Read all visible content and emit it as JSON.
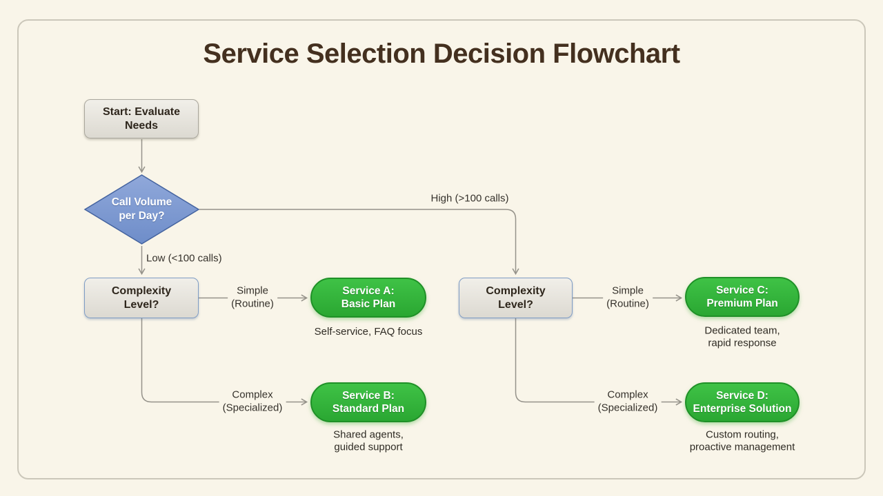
{
  "title": "Service Selection Decision Flowchart",
  "nodes": {
    "start": {
      "label": "Start: Evaluate\nNeeds"
    },
    "call_volume": {
      "label": "Call Volume\nper Day?"
    },
    "complexity_left": {
      "label": "Complexity\nLevel?"
    },
    "complexity_right": {
      "label": "Complexity\nLevel?"
    },
    "service_a": {
      "label": "Service A:\nBasic Plan",
      "description": "Self-service, FAQ focus"
    },
    "service_b": {
      "label": "Service B:\nStandard Plan",
      "description": "Shared agents,\nguided support"
    },
    "service_c": {
      "label": "Service C:\nPremium Plan",
      "description": "Dedicated team,\nrapid response"
    },
    "service_d": {
      "label": "Service D:\nEnterprise Solution",
      "description": "Custom routing,\nproactive management"
    }
  },
  "edge_labels": {
    "low": "Low (<100 calls)",
    "high": "High (>100 calls)",
    "simple_left": "Simple\n(Routine)",
    "complex_left": "Complex\n(Specialized)",
    "simple_right": "Simple\n(Routine)",
    "complex_right": "Complex\n(Specialized)"
  },
  "colors": {
    "background": "#f9f5e9",
    "frame_border": "#cbc7ba",
    "title_text": "#44301f",
    "decision_diamond_fill": "#7e97cf",
    "decision_diamond_border": "#44639f",
    "service_green_fill": "#31b137",
    "service_green_border": "#1f9027",
    "process_box_fill": "#e6e3dc",
    "process_box_border_blue": "#7e9cc4",
    "edge_line": "#95928a"
  }
}
